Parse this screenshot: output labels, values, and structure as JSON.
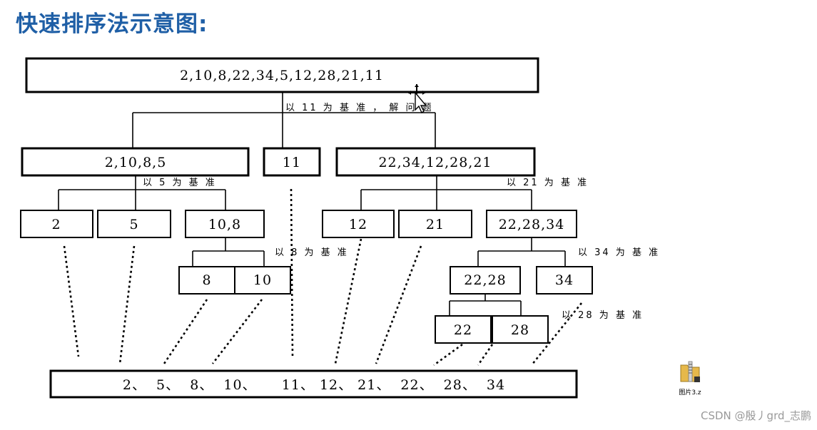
{
  "title": "快速排序法示意图:",
  "boxes": {
    "root": "2,10,8,22,34,5,12,28,21,11",
    "left": "2,10,8,5",
    "pivot_root": "11",
    "right": "22,34,12,28,21",
    "l_2": "2",
    "l_5": "5",
    "l_10_8": "10,8",
    "l_8": "8",
    "l_10": "10",
    "r_12": "12",
    "r_21": "21",
    "r_22_28_34": "22,28,34",
    "r_22_28": "22,28",
    "r_34": "34",
    "r_22": "22",
    "r_28": "28",
    "result": "2、  5、  8、  10、     11、 12、 21、  22、  28、  34"
  },
  "notes": {
    "pivot_11": "以 11 为 基 准 ，  解 问 题",
    "pivot_5": "以 5 为 基 准",
    "pivot_8": "以 8 为 基 准",
    "pivot_21": "以 21 为 基 准",
    "pivot_34": "以 34 为 基 准",
    "pivot_28": "以 28 为 基 准"
  },
  "file_icon": {
    "icon": "folder-zip-icon",
    "label": "图片3.z"
  },
  "watermark": "CSDN @殷丿grd_志鹏"
}
